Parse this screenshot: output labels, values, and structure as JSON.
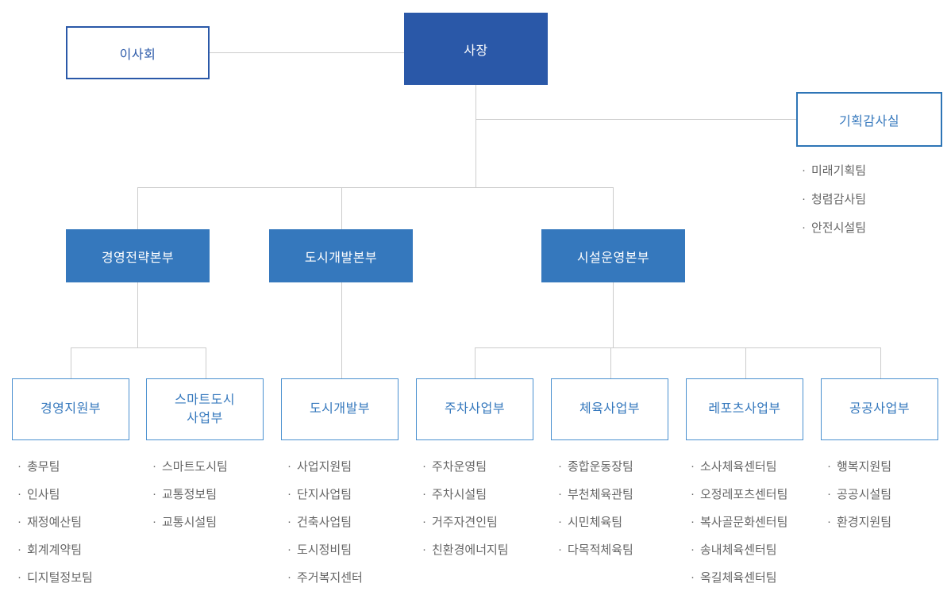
{
  "board": {
    "label": "이사회"
  },
  "president": {
    "label": "사장"
  },
  "audit_office": {
    "label": "기획감사실",
    "teams": [
      "미래기획팀",
      "청렴감사팀",
      "안전시설팀"
    ]
  },
  "divisions": [
    {
      "label": "경영전략본부"
    },
    {
      "label": "도시개발본부"
    },
    {
      "label": "시설운영본부"
    }
  ],
  "departments": [
    {
      "label": "경영지원부",
      "teams": [
        "총무팀",
        "인사팀",
        "재정예산팀",
        "회계계약팀",
        "디지털정보팀"
      ]
    },
    {
      "label": "스마트도시\n사업부",
      "teams": [
        "스마트도시팀",
        "교통정보팀",
        "교통시설팀"
      ]
    },
    {
      "label": "도시개발부",
      "teams": [
        "사업지원팀",
        "단지사업팀",
        "건축사업팀",
        "도시정비팀",
        "주거복지센터"
      ]
    },
    {
      "label": "주차사업부",
      "teams": [
        "주차운영팀",
        "주차시설팀",
        "거주자견인팀",
        "친환경에너지팀"
      ]
    },
    {
      "label": "체육사업부",
      "teams": [
        "종합운동장팀",
        "부천체육관팀",
        "시민체육팀",
        "다목적체육팀"
      ]
    },
    {
      "label": "레포츠사업부",
      "teams": [
        "소사체육센터팀",
        "오정레포츠센터팀",
        "복사골문화센터팀",
        "송내체육센터팀",
        "옥길체육센터팀"
      ]
    },
    {
      "label": "공공사업부",
      "teams": [
        "행복지원팀",
        "공공시설팀",
        "환경지원팀"
      ]
    }
  ],
  "bullet": "·",
  "colors": {
    "president_fill": "#2a58a8",
    "division_fill": "#3578bd",
    "board_border": "#2a58a8",
    "audit_border": "#2e75b6",
    "department_border": "#4a90d0",
    "department_text": "#3578bd",
    "team_text": "#666666",
    "connector_line": "#cccccc"
  }
}
